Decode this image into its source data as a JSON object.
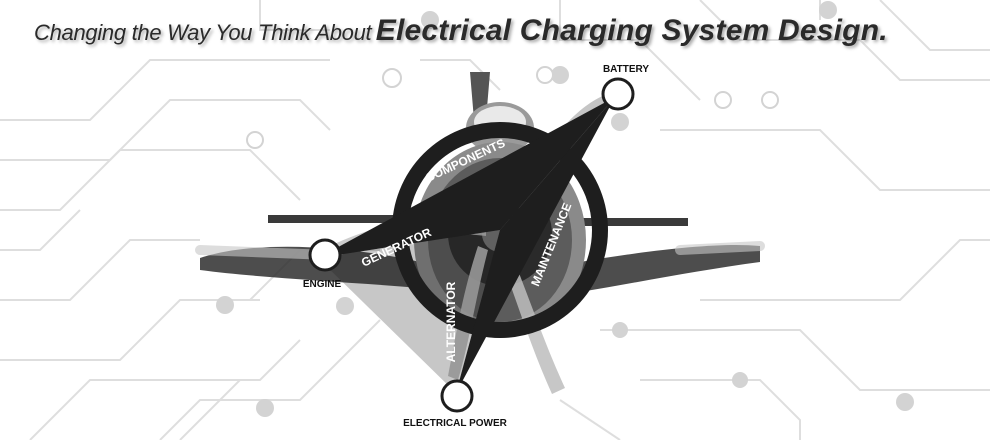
{
  "headline": {
    "lead": "Changing the Way You Think About",
    "emphasis": "Electrical Charging System Design."
  },
  "diagram": {
    "nodes": {
      "battery": "BATTERY",
      "engine": "ENGINE",
      "electrical_power": "ELECTRICAL POWER"
    },
    "arms": {
      "components": "COMPONENTS",
      "generator": "GENERATOR",
      "maintenance": "MAINTENANCE",
      "alternator": "ALTERNATOR"
    }
  },
  "colors": {
    "circuit_lines": "#dedede",
    "circuit_pads": "#d3d3d3",
    "emblem": "#1e1e1e",
    "heading": "#2a2a2a"
  }
}
